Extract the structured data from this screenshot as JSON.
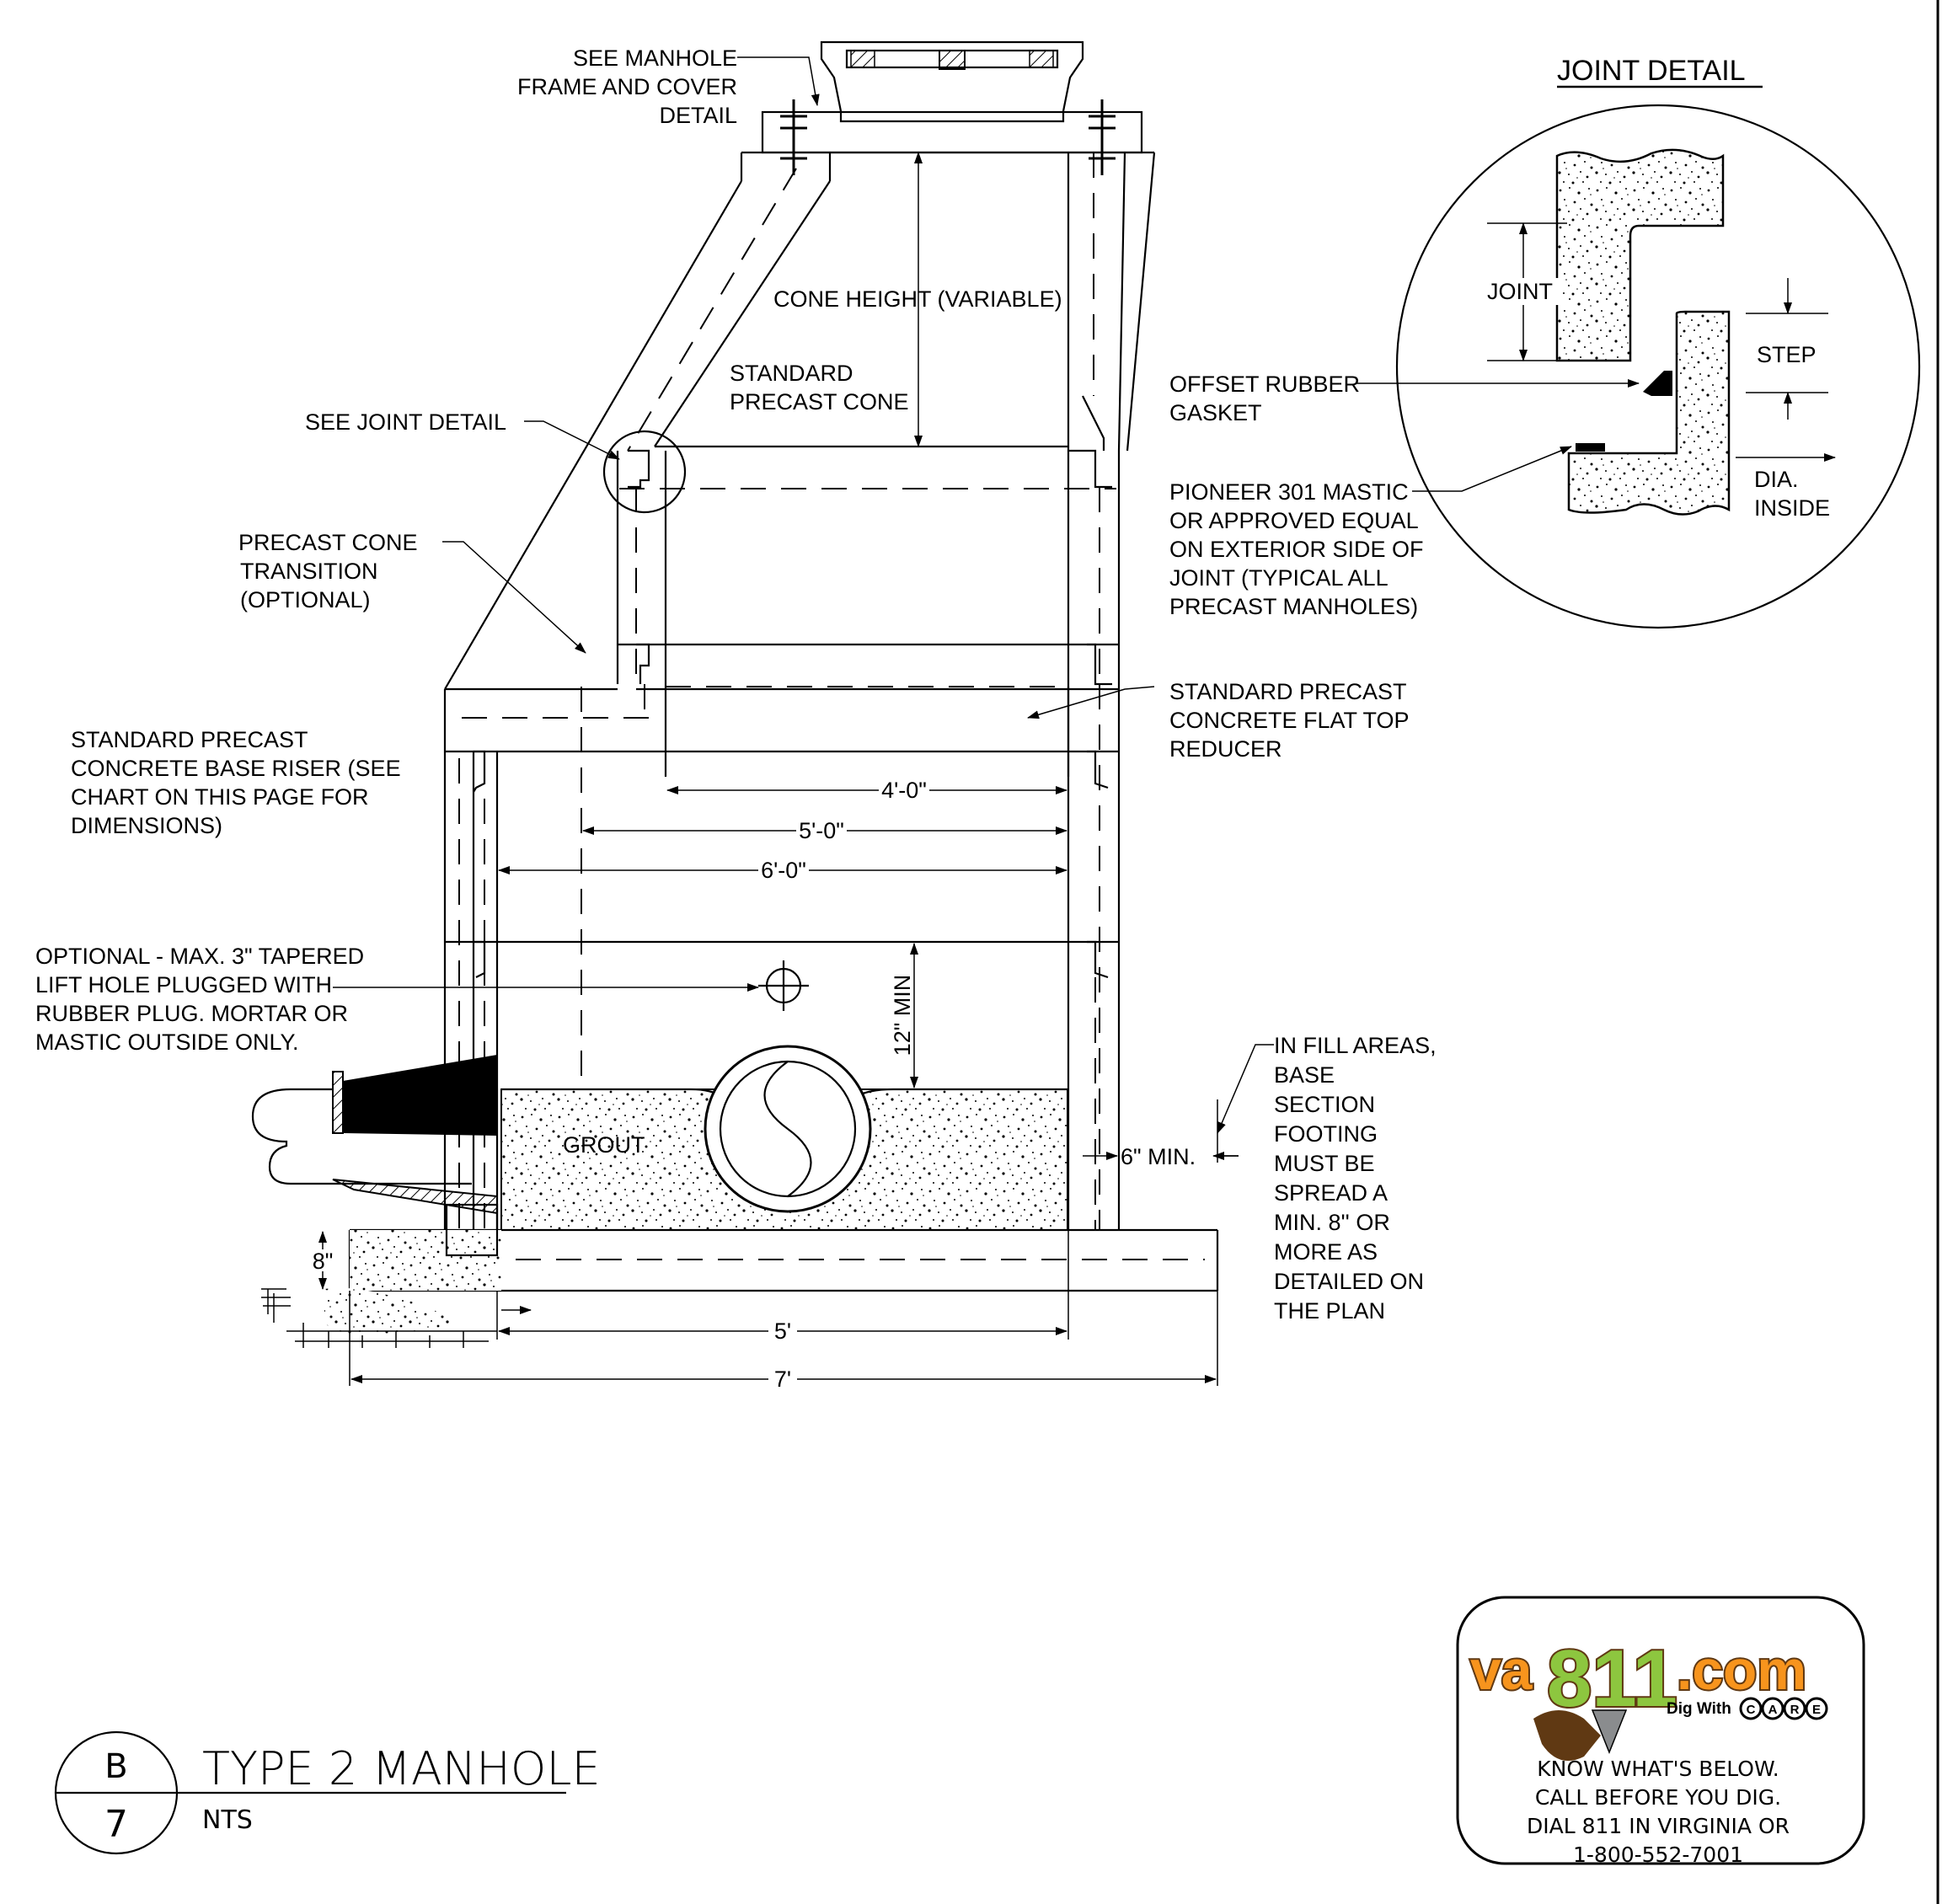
{
  "manhole": {
    "frame_note": [
      "SEE MANHOLE",
      "FRAME AND COVER",
      "DETAIL"
    ],
    "cone_height": "CONE HEIGHT (VARIABLE)",
    "standard_cone": [
      "STANDARD",
      "PRECAST CONE"
    ],
    "joint_ref": "SEE JOINT DETAIL",
    "cone_transition": [
      "PRECAST CONE",
      "TRANSITION",
      "(OPTIONAL)"
    ],
    "base_riser": [
      "STANDARD PRECAST",
      "CONCRETE BASE RISER (SEE",
      "CHART ON THIS PAGE FOR",
      "DIMENSIONS)"
    ],
    "flat_top": [
      "STANDARD PRECAST",
      "CONCRETE FLAT TOP",
      "REDUCER"
    ],
    "dim_4": "4'-0\"",
    "dim_5": "5'-0\"",
    "dim_6": "6'-0\"",
    "lift_hole": [
      "OPTIONAL - MAX. 3\" TAPERED",
      "LIFT HOLE PLUGGED WITH",
      "RUBBER PLUG. MORTAR OR",
      "MASTIC OUTSIDE ONLY."
    ],
    "dim_12": "12\" MIN",
    "grout": "GROUT",
    "dim_6min": "6\" MIN.",
    "fill_note": [
      "IN FILL AREAS,",
      "BASE",
      "SECTION",
      "FOOTING",
      "MUST BE",
      "SPREAD A",
      "MIN. 8'' OR",
      "MORE AS",
      "DETAILED ON",
      "THE PLAN"
    ],
    "dim_8": "8\"",
    "dim_5ft": "5'",
    "dim_7ft": "7'"
  },
  "joint_detail": {
    "title": "JOINT DETAIL",
    "joint": "JOINT",
    "step": "STEP",
    "gasket": [
      "OFFSET RUBBER",
      "GASKET"
    ],
    "mastic": [
      "PIONEER 301 MASTIC",
      "OR APPROVED EQUAL",
      "ON EXTERIOR SIDE OF",
      "JOINT (TYPICAL ALL",
      "PRECAST MANHOLES)"
    ],
    "dia": [
      "DIA.",
      "INSIDE"
    ]
  },
  "title_block": {
    "letter": "B",
    "number": "7",
    "title": "TYPE 2 MANHOLE",
    "scale": "NTS"
  },
  "va811": {
    "logo_va": "va",
    "logo_811": "811",
    "logo_com": ".com",
    "slogan": "Dig With",
    "care": [
      "C",
      "A",
      "R",
      "E"
    ],
    "lines": [
      "KNOW WHAT'S BELOW.",
      "CALL BEFORE YOU DIG.",
      "DIAL 811 IN VIRGINIA OR",
      "1-800-552-7001"
    ]
  },
  "colors": {
    "ink": "#000000",
    "logo_orange": "#f7941d",
    "logo_green": "#8dc63f",
    "logo_brown": "#603913"
  }
}
